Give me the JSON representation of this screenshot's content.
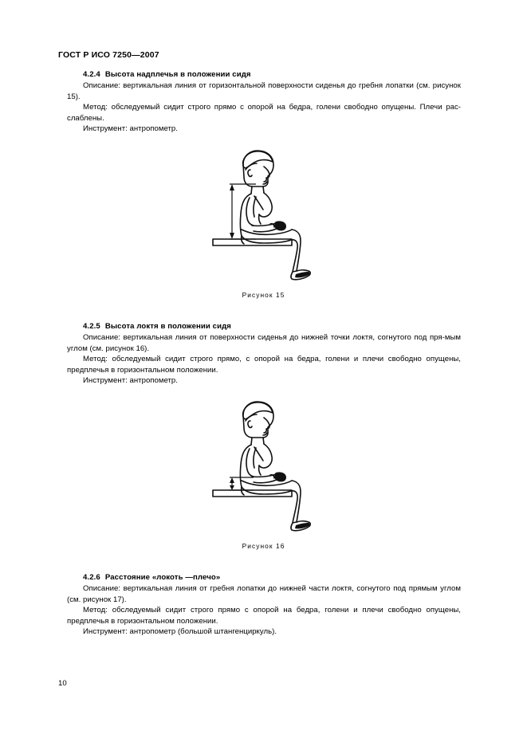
{
  "document": {
    "header": "ГОСТ Р ИСО 7250—2007",
    "page_number": "10"
  },
  "sections": [
    {
      "number": "4.2.4",
      "title": "Высота надплечья в положении сидя",
      "description": "Описание: вертикальная линия от горизонтальной поверхности сиденья до гребня лопатки (см. рисунок 15).",
      "method": "Метод: обследуемый сидит строго прямо с опорой на бедра, голени свободно опущены. Плечи рас-слаблены.",
      "instrument": "Инструмент: антропометр."
    },
    {
      "number": "4.2.5",
      "title": "Высота локтя в положении сидя",
      "description": "Описание: вертикальная линия от поверхности сиденья до нижней точки локтя, согнутого под пря-мым углом (см. рисунок 16).",
      "method": "Метод: обследуемый сидит строго прямо, с опорой на бедра, голени и плечи свободно опущены, предплечья в горизонтальном положении.",
      "instrument": "Инструмент: антропометр."
    },
    {
      "number": "4.2.6",
      "title": "Расстояние «локоть —плечо»",
      "description": "Описание: вертикальная линия от гребня лопатки до нижней части локтя, согнутого под прямым углом (см. рисунок 17).",
      "method": "Метод: обследуемый сидит строго прямо с опорой на бедра, голени и плечи свободно опущены, предплечья в горизонтальном положении.",
      "instrument": "Инструмент: антропометр (большой штангенциркуль)."
    }
  ],
  "figures": [
    {
      "caption": "Рисунок 15",
      "alt": "Вид сбоку сидящего человека с вертикальной размерной стрелкой от надплечья до поверхности сиденья"
    },
    {
      "caption": "Рисунок 16",
      "alt": "Вид сбоку сидящего человека с короткой вертикальной размерной стрелкой от локтя до поверхности сиденья"
    }
  ],
  "colors": {
    "page_background": "#ffffff",
    "ink": "#000000",
    "line_art": "#111111"
  }
}
